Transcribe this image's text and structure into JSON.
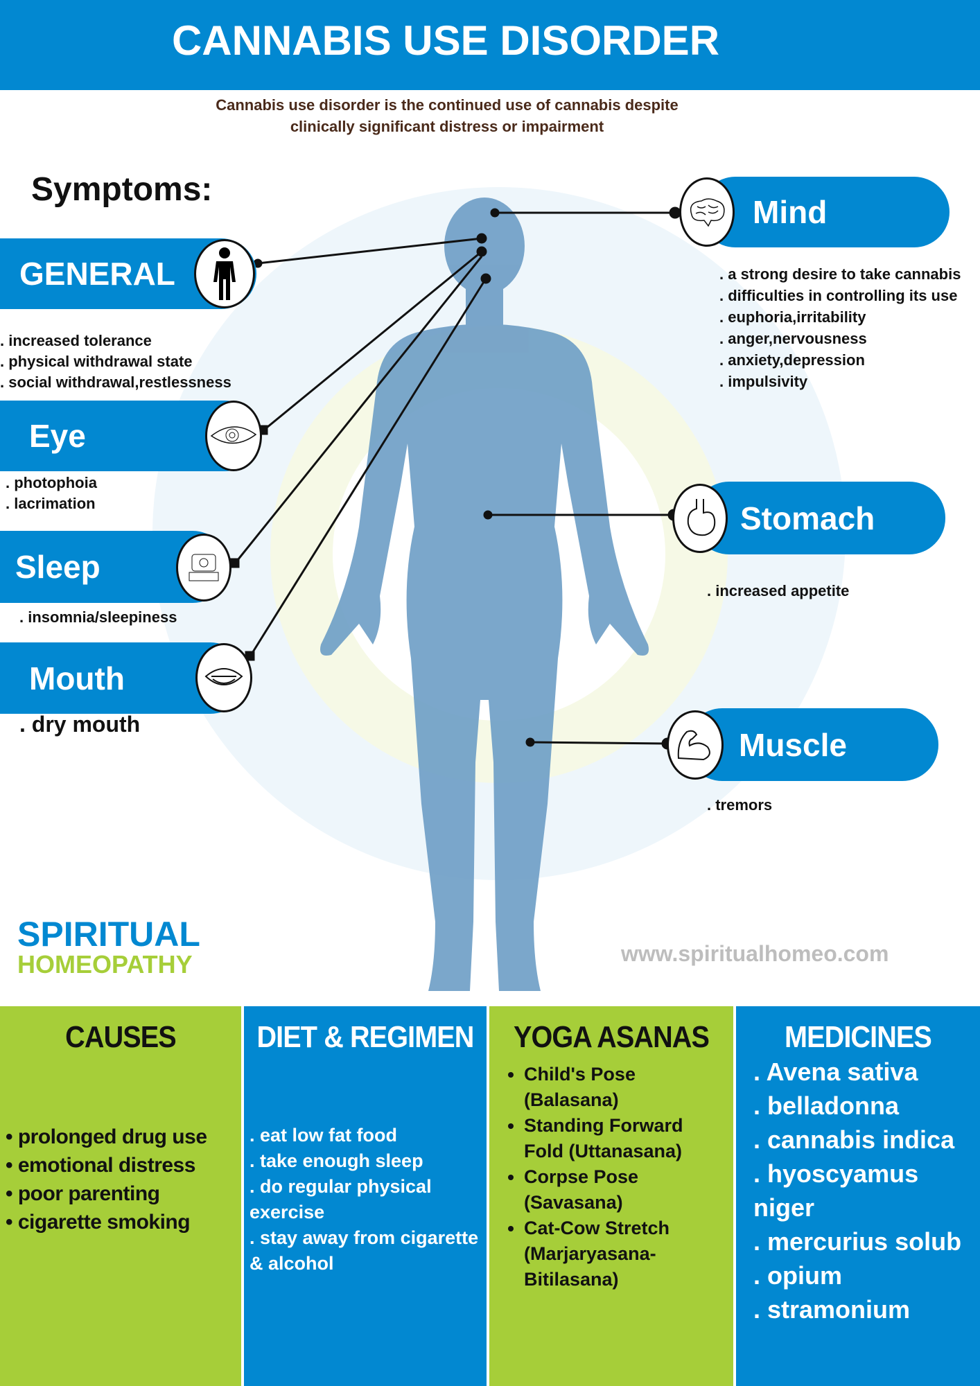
{
  "title": "CANNABIS USE DISORDER",
  "subtitle": [
    "Cannabis use disorder is the continued use of cannabis despite",
    "clinically significant distress or impairment"
  ],
  "symptoms_heading": "Symptoms:",
  "sections": {
    "general": {
      "label": "GENERAL",
      "items": [
        ". increased tolerance",
        ". physical withdrawal state",
        ". social withdrawal,restlessness"
      ]
    },
    "eye": {
      "label": "Eye",
      "items": [
        ". photophoia",
        ". lacrimation"
      ]
    },
    "sleep": {
      "label": "Sleep",
      "items": [
        ". insomnia/sleepiness"
      ]
    },
    "mouth": {
      "label": "Mouth",
      "items": [
        ". dry mouth"
      ]
    },
    "mind": {
      "label": "Mind",
      "items": [
        ". a strong desire to take cannabis",
        ". difficulties in controlling its use",
        ". euphoria,irritability",
        ". anger,nervousness",
        ". anxiety,depression",
        ". impulsivity"
      ]
    },
    "stomach": {
      "label": "Stomach",
      "items": [
        ". increased appetite"
      ]
    },
    "muscle": {
      "label": "Muscle",
      "items": [
        ". tremors"
      ]
    }
  },
  "logo": {
    "line1": "SPIRITUAL",
    "line2": "HOMEOPATHY"
  },
  "website": "www.spiritualhomeo.com",
  "columns": {
    "causes": {
      "title": "CAUSES",
      "items": [
        "prolonged drug use",
        "emotional distress",
        "poor parenting",
        "cigarette smoking"
      ]
    },
    "diet": {
      "title": "DIET & REGIMEN",
      "items": [
        ". eat low fat food",
        ". take enough sleep",
        ". do regular physical exercise",
        ". stay away from cigarette & alcohol"
      ]
    },
    "yoga": {
      "title": "YOGA ASANAS",
      "items": [
        "Child's Pose (Balasana)",
        "Standing Forward Fold (Uttanasana)",
        "Corpse Pose (Savasana)",
        "Cat-Cow Stretch (Marjaryasana-Bitilasana)"
      ]
    },
    "medicines": {
      "title": "MEDICINES",
      "items": [
        ". Avena sativa",
        ". belladonna",
        ". cannabis indica",
        ". hyoscyamus niger",
        ". mercurius solub",
        ". opium",
        ". stramonium"
      ]
    }
  },
  "colors": {
    "blue": "#0288d1",
    "green": "#a6ce39"
  }
}
